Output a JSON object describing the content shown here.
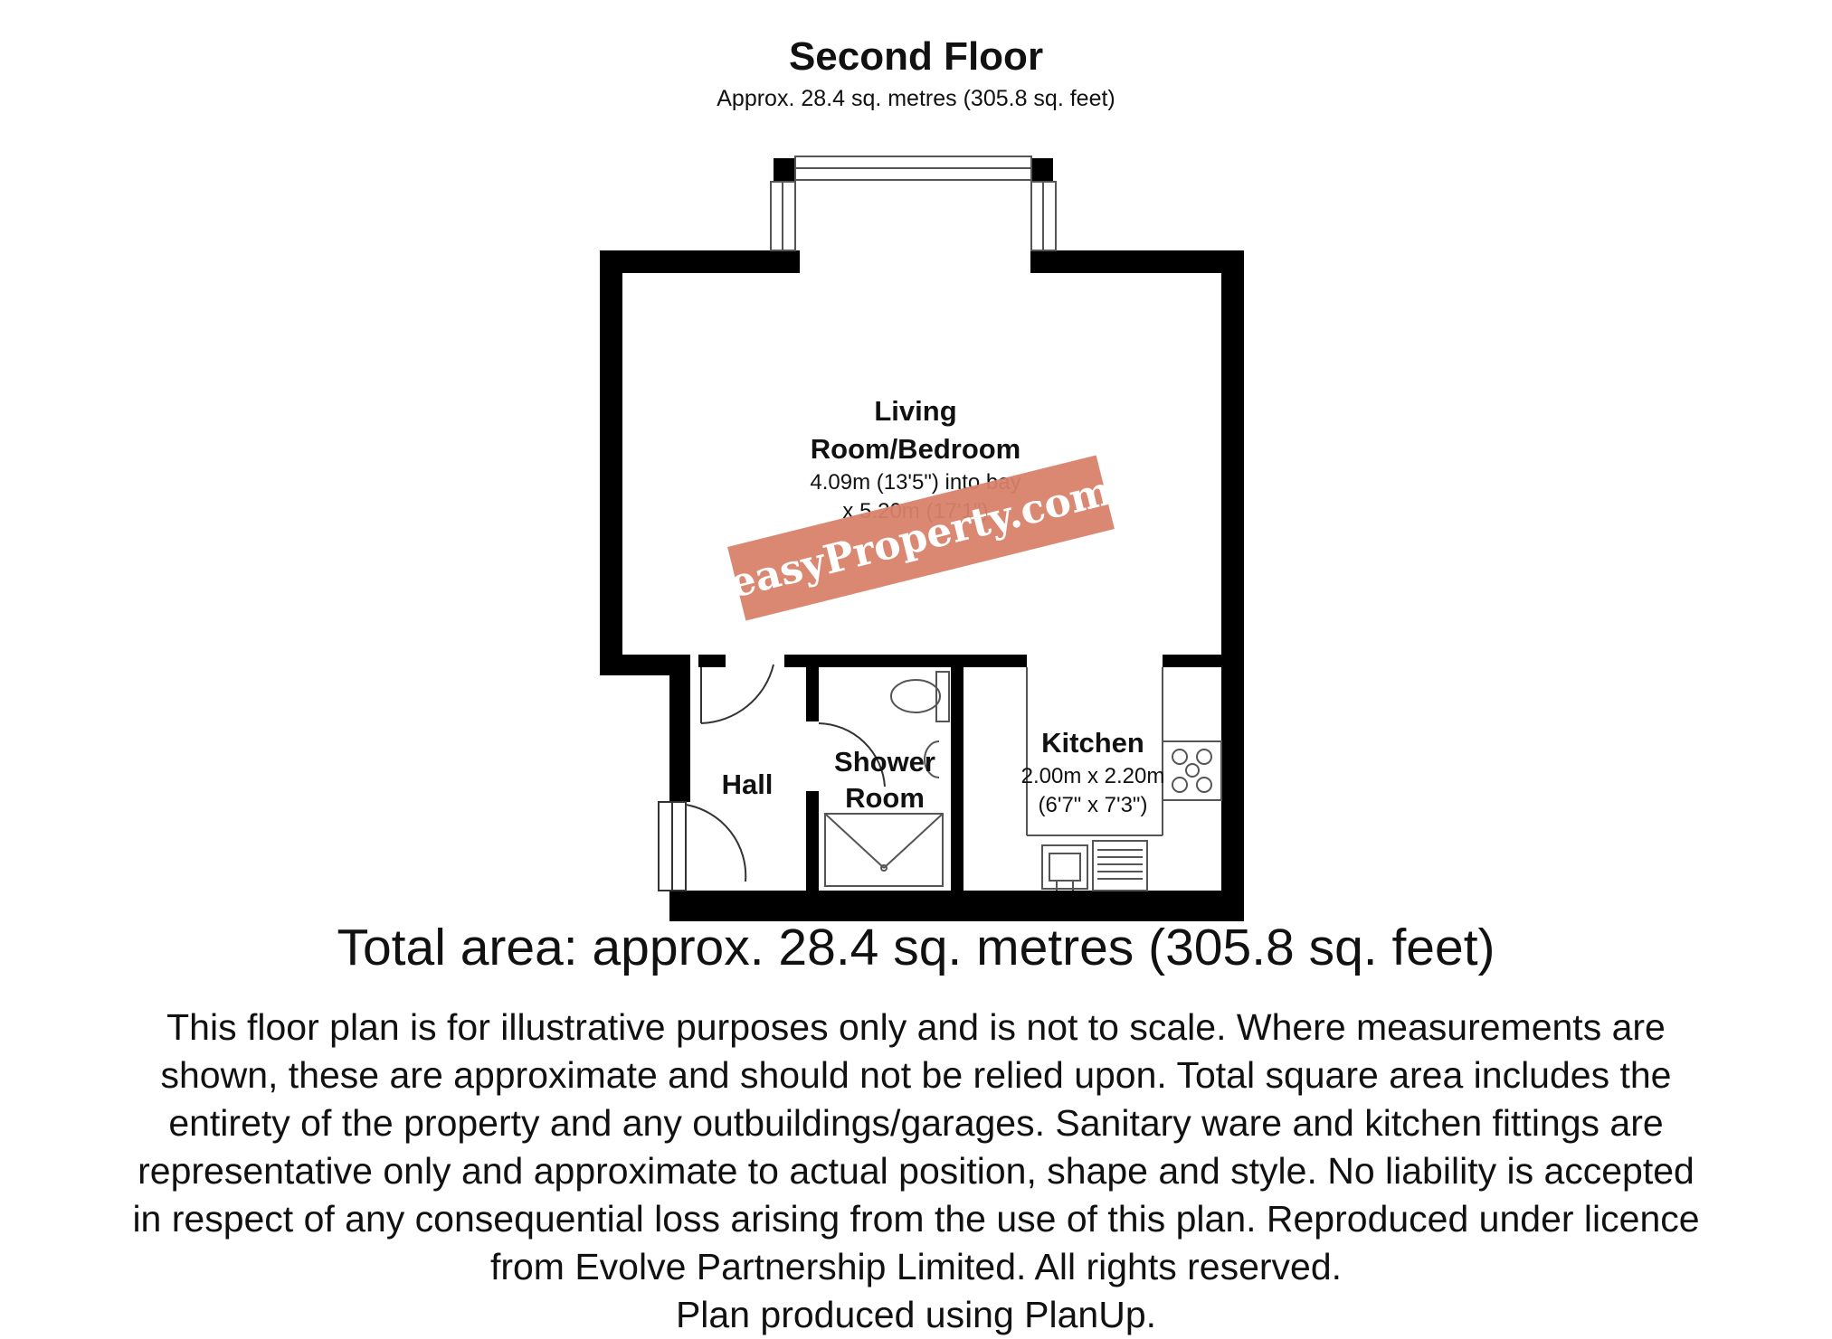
{
  "header": {
    "floor_title": "Second Floor",
    "floor_area": "Approx.  28.4 sq. metres (305.8 sq. feet)"
  },
  "rooms": {
    "living": {
      "name_line1": "Living",
      "name_line2": "Room/Bedroom",
      "dim_line1": "4.09m (13'5\") into bay",
      "dim_line2": "x 5.20m (17'1\")"
    },
    "hall": {
      "name": "Hall"
    },
    "shower": {
      "name_line1": "Shower",
      "name_line2": "Room"
    },
    "kitchen": {
      "name": "Kitchen",
      "dim_line1": "2.00m x 2.20m",
      "dim_line2": "(6'7\" x 7'3\")"
    }
  },
  "watermark": {
    "text": "easyProperty.com",
    "color": "#d9826a"
  },
  "footer": {
    "total_area": "Total area: approx.  28.4 sq. metres (305.8 sq. feet)",
    "disclaimer_lines": [
      "This floor plan is for illustrative purposes only and is not to scale.  Where measurements are",
      "shown, these are approximate and should not be relied upon. Total square area includes the",
      "entirety of the property and any outbuildings/garages. Sanitary ware and kitchen fittings are",
      "representative only and approximate to actual position, shape and style.  No liability is accepted",
      "in respect of any consequential loss arising from the use of this plan. Reproduced under licence",
      "from Evolve Partnership Limited. All rights reserved.",
      "Plan produced using PlanUp."
    ]
  },
  "colors": {
    "wall": "#000000",
    "fixture": "#888888"
  }
}
